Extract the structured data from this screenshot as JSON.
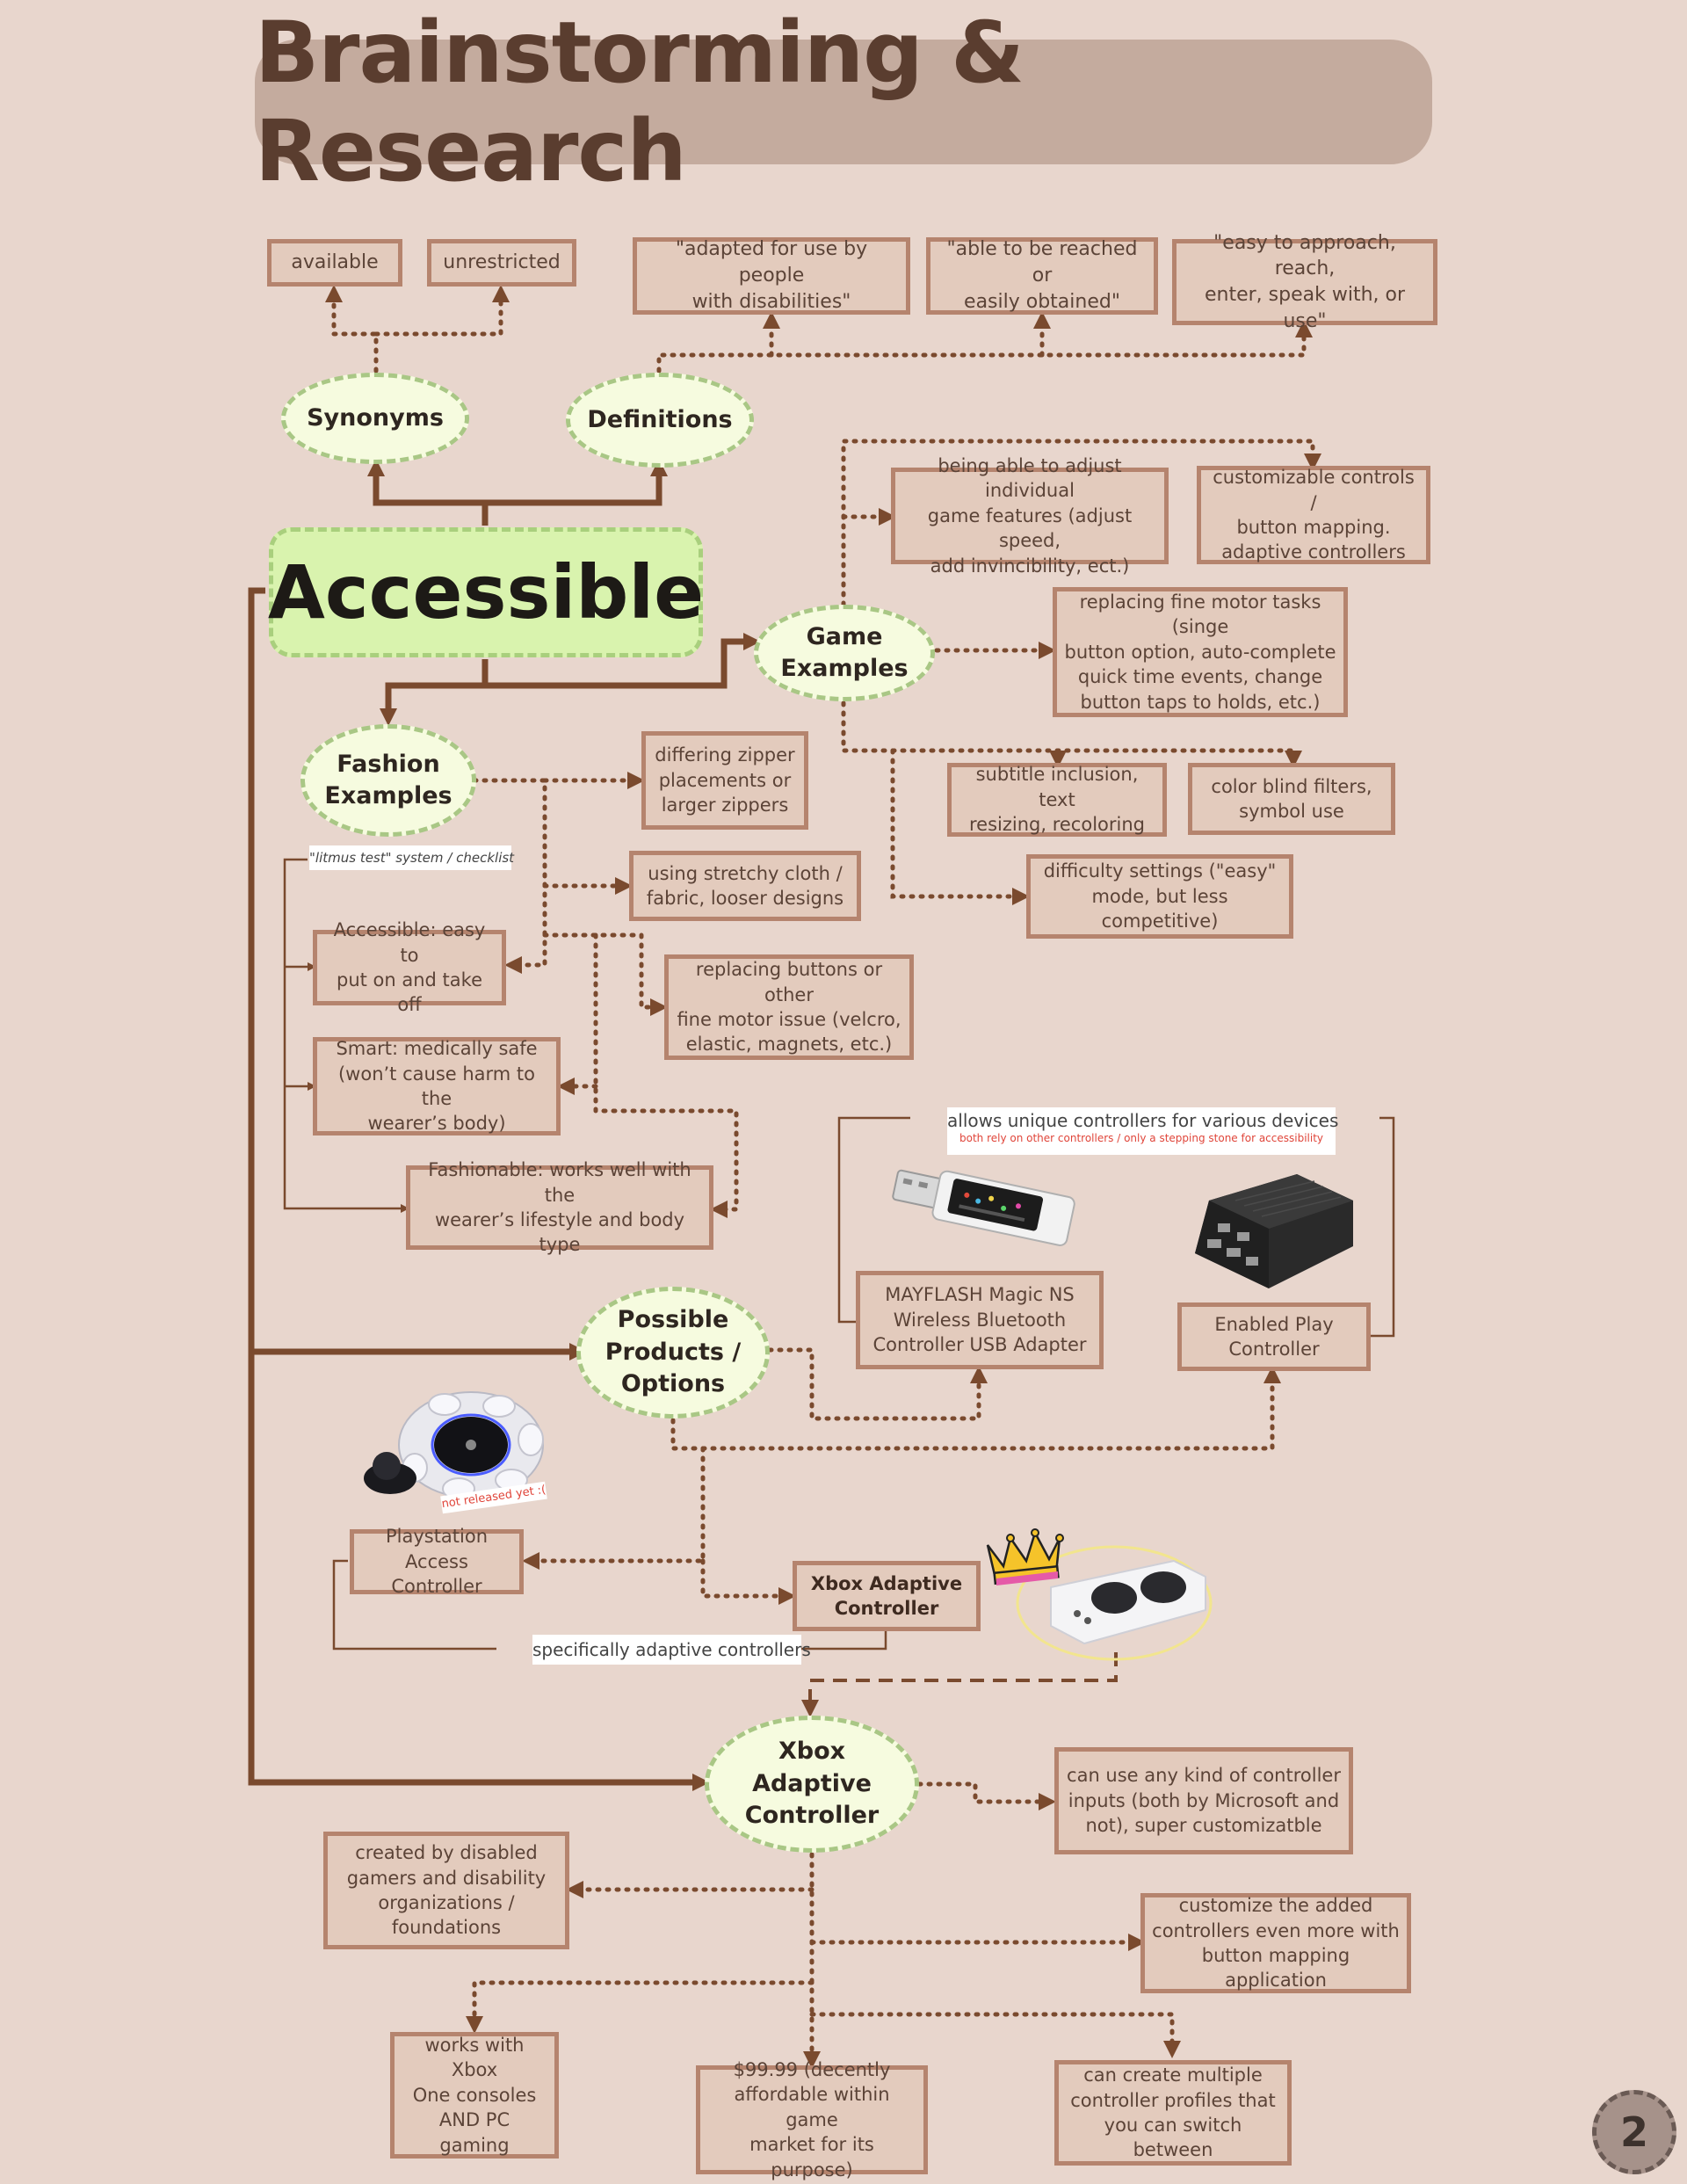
{
  "title": "Brainstorming & Research",
  "main_node": "Accessible",
  "ovals": {
    "synonyms": "Synonyms",
    "definitions": "Definitions",
    "game_examples": "Game\nExamples",
    "fashion_examples": "Fashion\nExamples",
    "possible_products": "Possible\nProducts /\nOptions",
    "xbox_adaptive": "Xbox\nAdaptive\nController"
  },
  "synonyms": [
    "available",
    "unrestricted"
  ],
  "definitions": [
    "\"adapted for use by people\nwith disabilities\"",
    "\"able to be reached or\neasily obtained\"",
    "\"easy to approach, reach,\nenter, speak with, or use\""
  ],
  "game_examples": {
    "adjust_features": "being able to adjust individual\ngame features (adjust speed,\nadd invincibility, ect.)",
    "custom_controls": "customizable controls /\nbutton mapping.\nadaptive controllers",
    "fine_motor": "replacing fine motor tasks (singe\nbutton option, auto-complete\nquick time events, change\nbutton taps to holds, etc.)",
    "subtitles": "subtitle inclusion, text\nresizing, recoloring",
    "color_blind": "color blind filters,\nsymbol use",
    "difficulty": "difficulty settings (\"easy\"\nmode, but less competitive)"
  },
  "fashion_examples": {
    "zippers": "differing zipper\nplacements or\nlarger zippers",
    "stretchy": "using stretchy cloth /\nfabric, looser designs",
    "buttons": "replacing buttons or other\nfine motor issue (velcro,\nelastic, magnets, etc.)",
    "litmus_label": "\"litmus test\" system / checklist",
    "accessible": "Accessible: easy to\nput on and take off",
    "smart": "Smart: medically safe\n(won’t cause harm to the\nwearer’s body)",
    "fashionable": "Fashionable: works well with the\nwearer’s lifestyle and body type"
  },
  "products": {
    "unique_note": "allows unique controllers for various devices",
    "unique_subnote": "both rely on other controllers / only a stepping stone for accessibility",
    "mayflash": "MAYFLASH Magic NS\nWireless Bluetooth\nController USB Adapter",
    "enabled_play": "Enabled Play\nController",
    "playstation": "Playstation Access\nController",
    "not_released": "not released yet :(",
    "xbox_box": "Xbox Adaptive\nController",
    "adaptive_note": "specifically adaptive controllers"
  },
  "xbox_details": {
    "any_controller": "can use any kind of controller\ninputs (both by Microsoft and\nnot), super customizatble",
    "created_by": "created by disabled\ngamers and disability\norganizations /\nfoundations",
    "customize": "customize the added\ncontrollers even more with\nbutton mapping application",
    "works_with": "works with Xbox\nOne consoles\nAND PC gaming",
    "price": "$99.99 (decently\naffordable within game\nmarket for its purpose)",
    "profiles": "can create multiple\ncontroller profiles that\nyou can switch between"
  },
  "page_number": "2",
  "colors": {
    "background": "#e8d6cd",
    "box_border": "#b5846e",
    "arrow": "#7a4a2e",
    "oval_border": "#a9c785",
    "main_node_fill": "#d9f3ae"
  }
}
